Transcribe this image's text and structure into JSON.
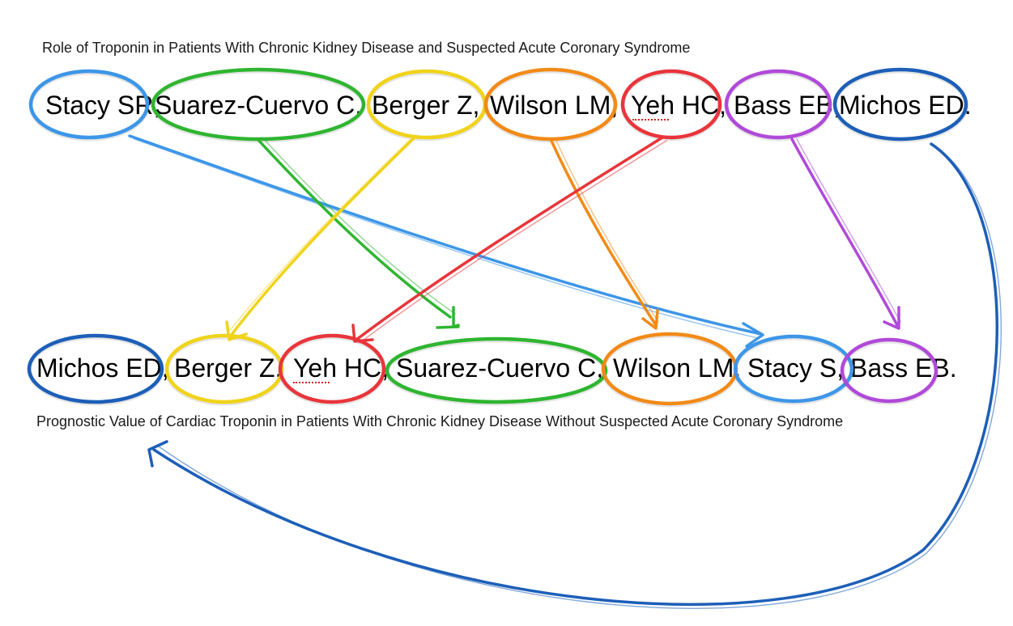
{
  "titles": {
    "top": "Role of Troponin in Patients With Chronic Kidney Disease and Suspected Acute Coronary Syndrome",
    "bottom": "Prognostic Value of Cardiac Troponin in Patients With Chronic Kidney Disease Without Suspected Acute Coronary Syndrome"
  },
  "top_authors": [
    {
      "id": "stacy",
      "text": "Stacy SR,",
      "color": "#3d96e8"
    },
    {
      "id": "suarez",
      "text": "Suarez-Cuervo C,",
      "color": "#2fb531"
    },
    {
      "id": "berger",
      "text": "Berger Z,",
      "color": "#f0d31c"
    },
    {
      "id": "wilson",
      "text": "Wilson LM,",
      "color": "#f28a18"
    },
    {
      "id": "yeh",
      "text": "Yeh HC,",
      "color": "#e8353b"
    },
    {
      "id": "bass",
      "text": "Bass EB,",
      "color": "#b04ad8"
    },
    {
      "id": "michos",
      "text": "Michos ED.",
      "color": "#1d5fb8"
    }
  ],
  "bottom_authors": [
    {
      "id": "michos",
      "text": "Michos ED,",
      "color": "#1d5fb8"
    },
    {
      "id": "berger",
      "text": "Berger Z,",
      "color": "#f0d31c"
    },
    {
      "id": "yeh",
      "text": "Yeh HC,",
      "color": "#e8353b"
    },
    {
      "id": "suarez",
      "text": "Suarez-Cuervo C,",
      "color": "#2fb531"
    },
    {
      "id": "wilson",
      "text": "Wilson LM,",
      "color": "#f28a18"
    },
    {
      "id": "stacy",
      "text": "Stacy S,",
      "color": "#3d96e8"
    },
    {
      "id": "bass",
      "text": "Bass EB.",
      "color": "#b04ad8"
    }
  ]
}
